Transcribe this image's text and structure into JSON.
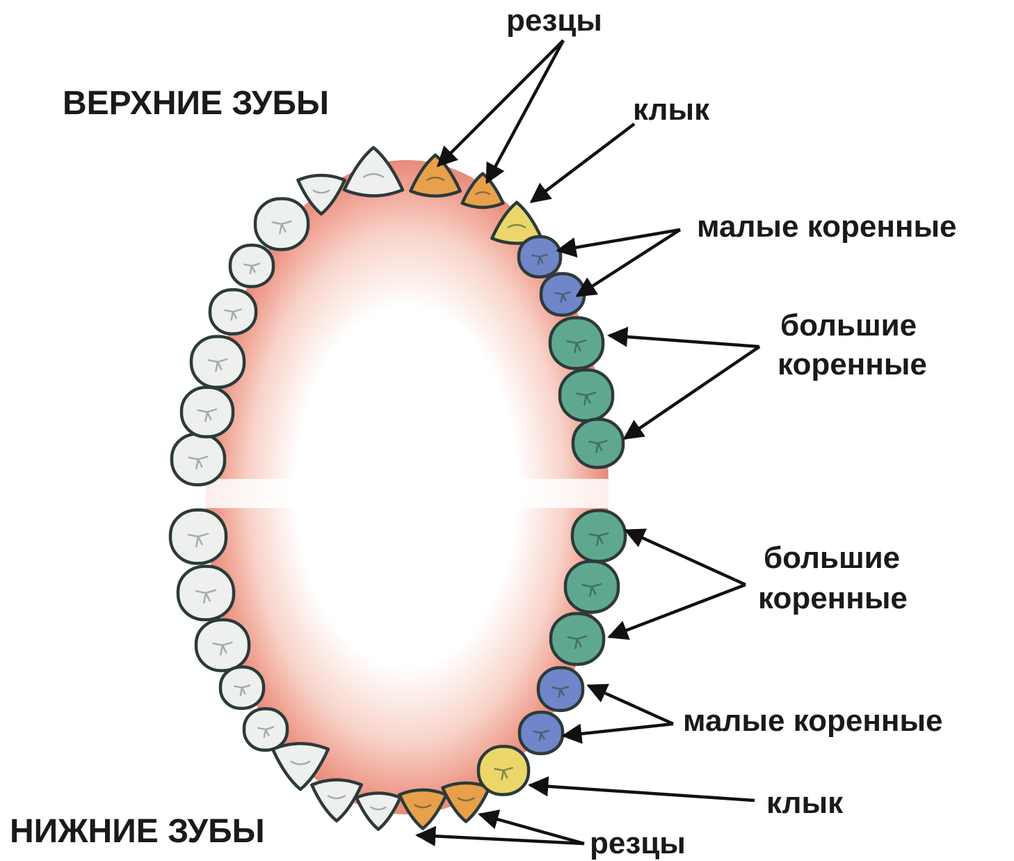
{
  "labels": {
    "upper_teeth": "ВЕРХНИЕ ЗУБЫ",
    "lower_teeth": "НИЖНИЕ ЗУБЫ",
    "upper_incisors": "резцы",
    "upper_canine": "клык",
    "upper_premolars": "малые коренные",
    "upper_molars_line1": "большие",
    "upper_molars_line2": "коренные",
    "lower_molars_line1": "большие",
    "lower_molars_line2": "коренные",
    "lower_premolars": "малые коренные",
    "lower_canine": "клык",
    "lower_incisors": "резцы"
  },
  "colors": {
    "incisor": "#e8a04a",
    "canine": "#ecd66a",
    "premolar": "#6f86c8",
    "molar": "#5fa88f",
    "other_tooth": "#eef0ee",
    "gum": "#ec9585"
  }
}
